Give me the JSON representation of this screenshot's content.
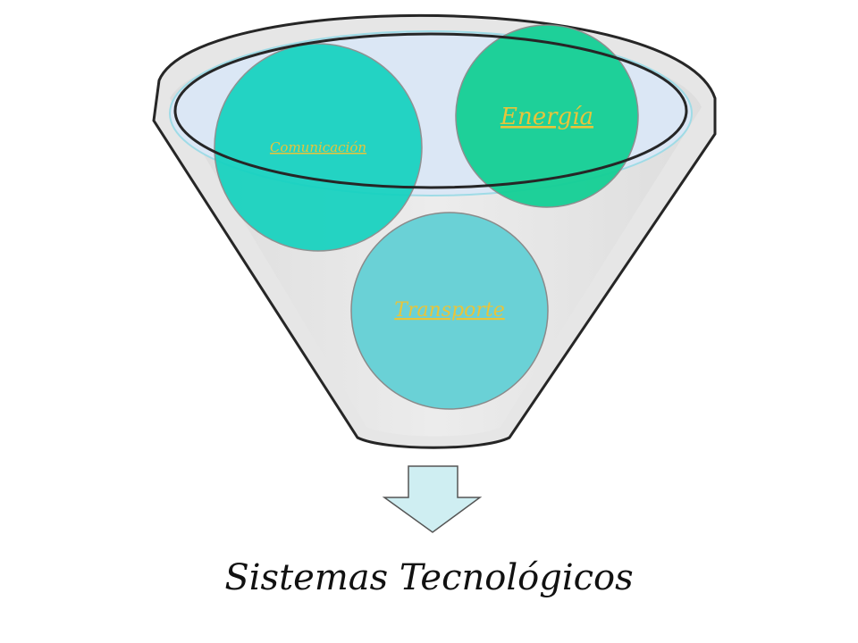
{
  "funnel": {
    "items": [
      {
        "id": "comunicacion",
        "label": "Comunicación"
      },
      {
        "id": "energia",
        "label": "Energía"
      },
      {
        "id": "transporte",
        "label": "Transporte"
      }
    ]
  },
  "result": {
    "label": "Sistemas Tecnológicos"
  },
  "colors": {
    "funnel_body": "#e6e6e6",
    "funnel_outline": "#262626",
    "rim_fill": "#dbe7f5",
    "rim_glow": "#9fdbe6",
    "comunicacion_fill": "#14d2bf",
    "energia_fill": "#14cf95",
    "transporte_fill": "#6ad1d6",
    "link_text": "#e8c43a",
    "arrow_fill": "#cfeef2",
    "arrow_outline": "#555555",
    "result_text": "#111111"
  }
}
